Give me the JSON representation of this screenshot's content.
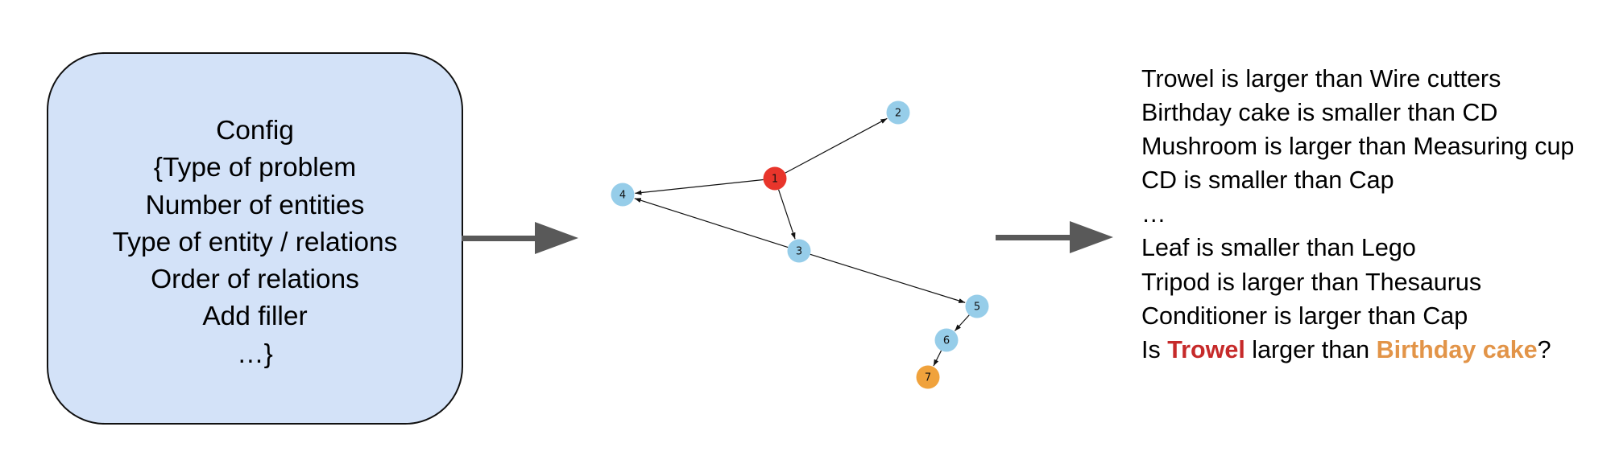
{
  "config": {
    "lines": [
      "Config",
      "{Type of problem",
      "Number of entities",
      "Type of entity / relations",
      "Order of relations",
      "Add filler",
      "…}"
    ]
  },
  "graph": {
    "nodes": [
      {
        "id": "1",
        "label": "1",
        "color": "#e8352b",
        "role": "query-source"
      },
      {
        "id": "2",
        "label": "2",
        "color": "#96cde9"
      },
      {
        "id": "3",
        "label": "3",
        "color": "#96cde9"
      },
      {
        "id": "4",
        "label": "4",
        "color": "#96cde9"
      },
      {
        "id": "5",
        "label": "5",
        "color": "#96cde9"
      },
      {
        "id": "6",
        "label": "6",
        "color": "#96cde9"
      },
      {
        "id": "7",
        "label": "7",
        "color": "#f0a23c",
        "role": "query-target"
      }
    ],
    "edges": [
      {
        "from": "1",
        "to": "2"
      },
      {
        "from": "1",
        "to": "4"
      },
      {
        "from": "1",
        "to": "3"
      },
      {
        "from": "3",
        "to": "4"
      },
      {
        "from": "3",
        "to": "5"
      },
      {
        "from": "5",
        "to": "6"
      },
      {
        "from": "6",
        "to": "7"
      }
    ]
  },
  "statements": {
    "lines": [
      "Trowel is larger than Wire cutters",
      "Birthday cake is smaller than CD",
      "Mushroom is larger than Measuring cup",
      "CD is smaller than Cap",
      "…",
      "Leaf is smaller than Lego",
      "Tripod is larger than Thesaurus",
      "Conditioner is larger than Cap"
    ],
    "question": {
      "prefix": "Is ",
      "entity_a": "Trowel",
      "middle": " larger than ",
      "entity_b": "Birthday cake",
      "suffix": "?"
    }
  },
  "colors": {
    "config_fill": "#d3e2f8",
    "arrow": "#595959",
    "node_default": "#96cde9",
    "node_source": "#e8352b",
    "node_target": "#f0a23c",
    "highlight_a": "#c62a2a",
    "highlight_b": "#e29448"
  }
}
